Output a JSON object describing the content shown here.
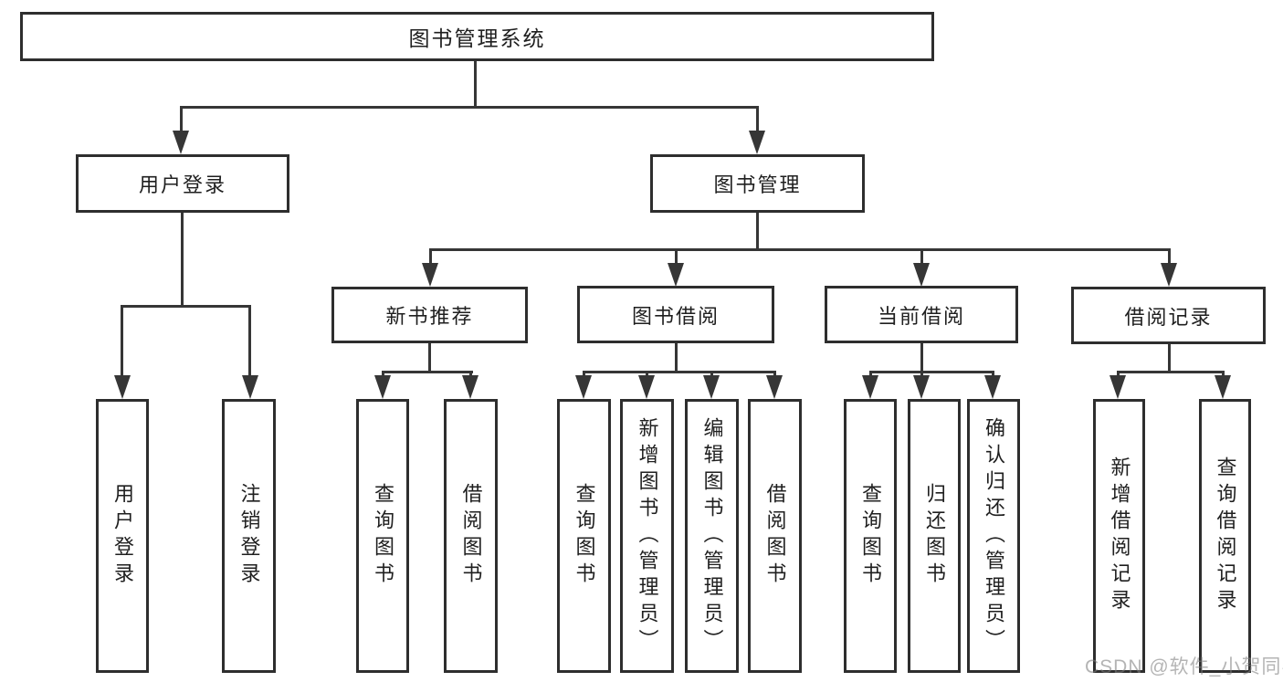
{
  "diagram_type": "functional-structure-tree",
  "colors": {
    "background": "#ffffff",
    "box_fill": "#ffffff",
    "box_border": "#2e2e2e",
    "connector_line": "#363636",
    "text": "#1f1f1f",
    "watermark": "#bdbdbd"
  },
  "tree": {
    "root": {
      "label": "图书管理系统",
      "children": [
        {
          "label": "用户登录",
          "children": [
            {
              "label": "用户登录"
            },
            {
              "label": "注销登录"
            }
          ]
        },
        {
          "label": "图书管理",
          "children": [
            {
              "label": "新书推荐",
              "children": [
                {
                  "label": "查询图书"
                },
                {
                  "label": "借阅图书"
                }
              ]
            },
            {
              "label": "图书借阅",
              "children": [
                {
                  "label": "查询图书"
                },
                {
                  "label": "新增图书（管理员）"
                },
                {
                  "label": "编辑图书（管理员）"
                },
                {
                  "label": "借阅图书"
                }
              ]
            },
            {
              "label": "当前借阅",
              "children": [
                {
                  "label": "查询图书"
                },
                {
                  "label": "归还图书"
                },
                {
                  "label": "确认归还（管理员）"
                }
              ]
            },
            {
              "label": "借阅记录",
              "children": [
                {
                  "label": "新增借阅记录"
                },
                {
                  "label": "查询借阅记录"
                }
              ]
            }
          ]
        }
      ]
    }
  },
  "watermark": {
    "text": "CSDN @软件_小贺同学"
  }
}
